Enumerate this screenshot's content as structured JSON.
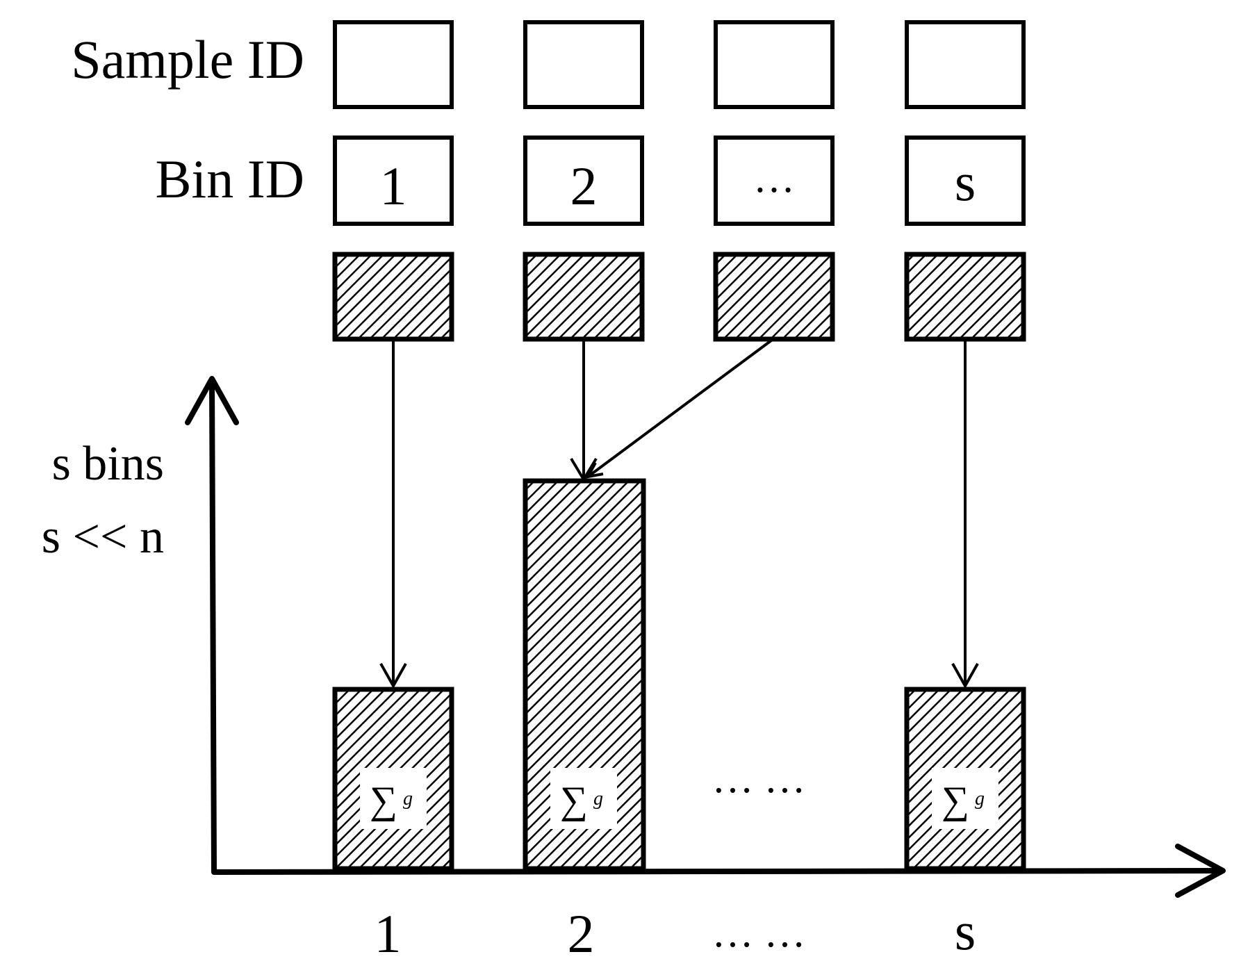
{
  "rows": {
    "sample_id_label": "Sample ID",
    "bin_id_label": "Bin ID"
  },
  "bin_ids": [
    "1",
    "2",
    "…",
    "s"
  ],
  "y_axis_label": {
    "line1": "s bins",
    "line2": "s << n"
  },
  "x_axis_ticks": [
    "1",
    "2",
    "… …",
    "s"
  ],
  "bar_ellipsis": "… …",
  "sum_symbol": "∑",
  "sum_subscript": "g"
}
